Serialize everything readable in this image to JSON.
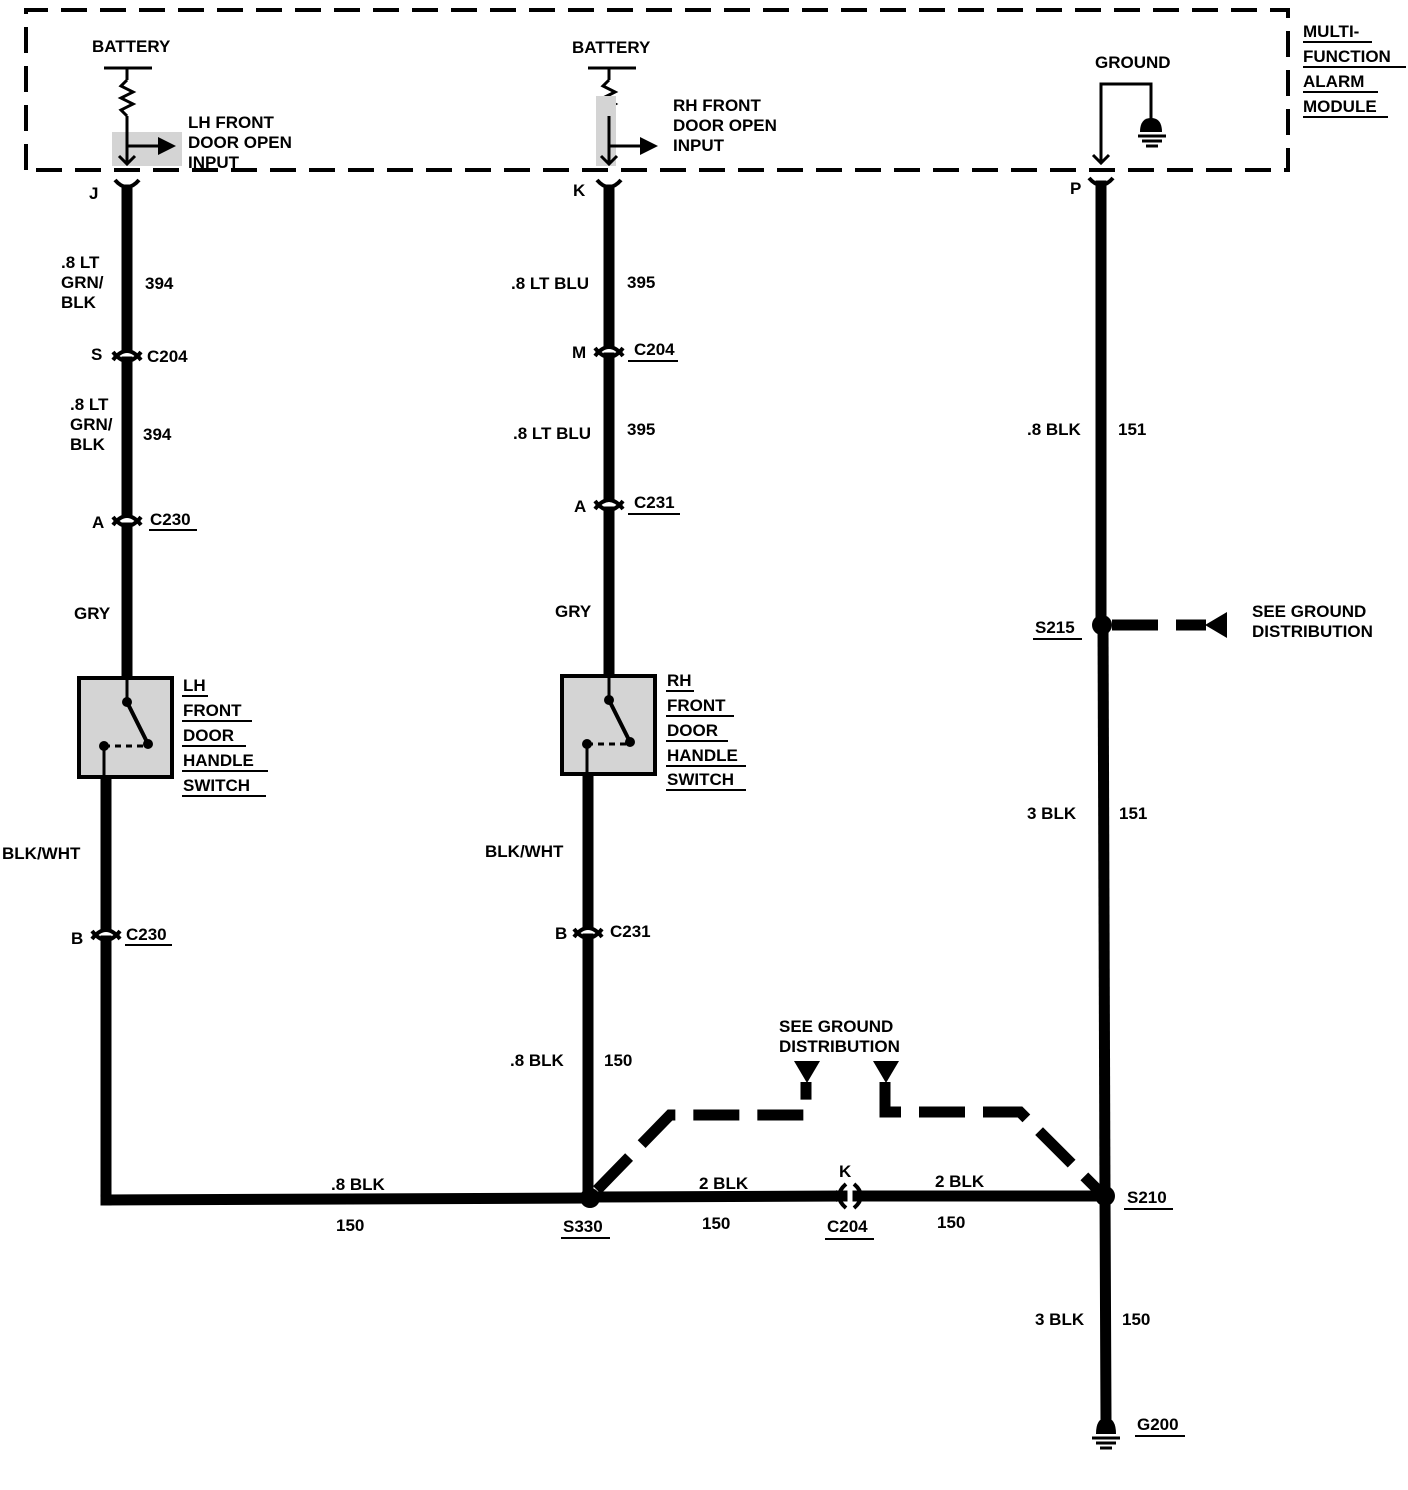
{
  "module": {
    "title_lines": [
      "MULTI-",
      "FUNCTION",
      "ALARM",
      "MODULE"
    ],
    "lh_battery": "BATTERY",
    "rh_battery": "BATTERY",
    "ground": "GROUND",
    "lh_input_lines": [
      "LH FRONT",
      "DOOR OPEN",
      "INPUT"
    ],
    "rh_input_lines": [
      "RH FRONT",
      "DOOR OPEN",
      "INPUT"
    ],
    "pins": {
      "lh": "J",
      "rh": "K",
      "ground": "P"
    }
  },
  "lh_circuit": {
    "wire1_lines": [
      ".8 LT",
      "GRN/",
      "BLK"
    ],
    "wire1_circuit": "394",
    "conn1_pin": "S",
    "conn1_name": "C204",
    "wire2_lines": [
      ".8 LT",
      "GRN/",
      "BLK"
    ],
    "wire2_circuit": "394",
    "conn2_pin": "A",
    "conn2_name": "C230",
    "wire3_color": "GRY",
    "switch_lines": [
      "LH",
      "FRONT",
      "DOOR",
      "HANDLE",
      "SWITCH"
    ],
    "wire4_color": "BLK/WHT",
    "conn3_pin": "B",
    "conn3_name": "C230",
    "bottom_wire_size": ".8 BLK",
    "bottom_wire_circuit": "150"
  },
  "rh_circuit": {
    "wire1_color": ".8 LT BLU",
    "wire1_circuit": "395",
    "conn1_pin": "M",
    "conn1_name": "C204",
    "wire2_color": ".8 LT BLU",
    "wire2_circuit": "395",
    "conn2_pin": "A",
    "conn2_name": "C231",
    "wire3_color": "GRY",
    "switch_lines": [
      "RH",
      "FRONT",
      "DOOR",
      "HANDLE",
      "SWITCH"
    ],
    "wire4_color": "BLK/WHT",
    "conn3_pin": "B",
    "conn3_name": "C231",
    "wire5_color": ".8 BLK",
    "wire5_circuit": "150"
  },
  "ground_circuit": {
    "wire1_color": ".8 BLK",
    "wire1_circuit": "151",
    "splice1": "S215",
    "see_ground_right_lines": [
      "SEE GROUND",
      "DISTRIBUTION"
    ],
    "wire2_color": "3 BLK",
    "wire2_circuit": "151",
    "splice2": "S210",
    "wire3_color": "3 BLK",
    "wire3_circuit": "150",
    "ground_name": "G200"
  },
  "bottom_bus": {
    "splice": "S330",
    "left_wire_color": "2 BLK",
    "left_wire_circuit": "150",
    "conn_pin": "K",
    "conn_name": "C204",
    "right_wire_color": "2 BLK",
    "right_wire_circuit": "150",
    "see_ground_center_lines": [
      "SEE GROUND",
      "DISTRIBUTION"
    ]
  }
}
